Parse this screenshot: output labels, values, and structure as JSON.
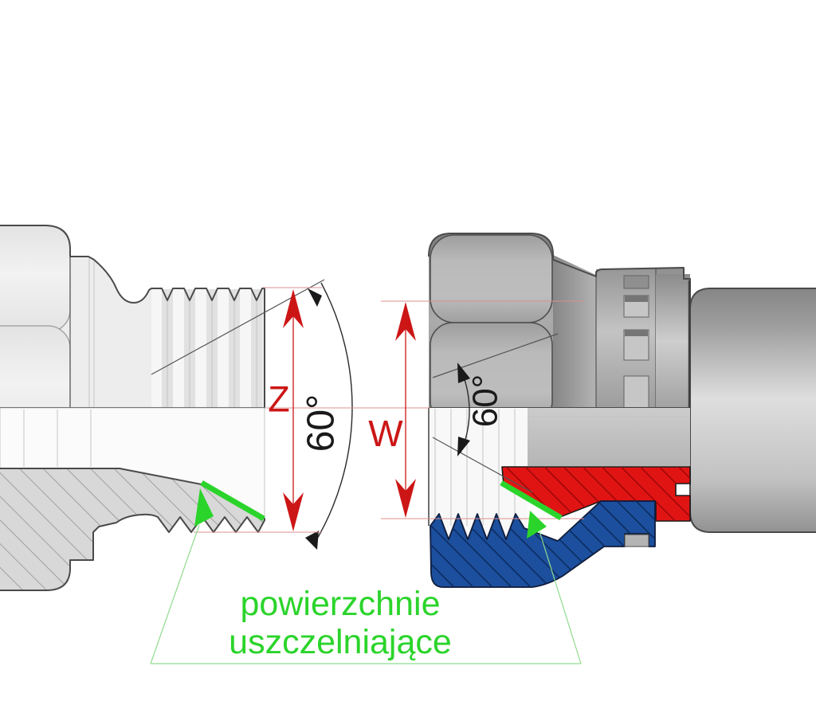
{
  "diagram": {
    "title": "BSP fitting sealing cross-section",
    "labels": {
      "dim_z": "Z",
      "dim_w": "W",
      "angle_left": "60°",
      "angle_right": "60°"
    },
    "note": {
      "line1": "powierzchnie",
      "line2": "uszczelniające"
    },
    "colors": {
      "dimension_red": "#cc1616",
      "angle_black": "#1a1a1a",
      "section_red": "#e11414",
      "section_blue": "#1c4f9d",
      "sealing_green": "#2bd42b",
      "leader_green": "#8fdc8f",
      "note_green": "#2bd42b"
    }
  }
}
